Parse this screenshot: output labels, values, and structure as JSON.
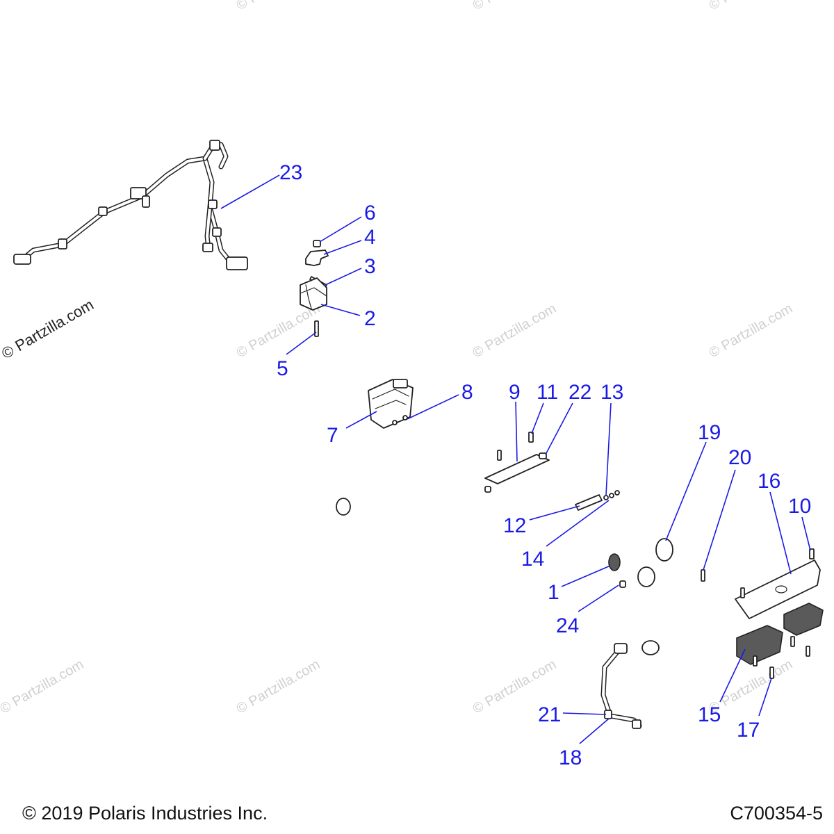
{
  "diagram": {
    "watermark_text": "© Partzilla.com",
    "watermark_primary_text": "© Partzilla.com",
    "callout_color": "#1a1ae6",
    "callouts": [
      {
        "id": "c23",
        "label": "23"
      },
      {
        "id": "c6",
        "label": "6"
      },
      {
        "id": "c4",
        "label": "4"
      },
      {
        "id": "c3",
        "label": "3"
      },
      {
        "id": "c2",
        "label": "2"
      },
      {
        "id": "c5",
        "label": "5"
      },
      {
        "id": "c8",
        "label": "8"
      },
      {
        "id": "c7",
        "label": "7"
      },
      {
        "id": "c9",
        "label": "9"
      },
      {
        "id": "c11",
        "label": "11"
      },
      {
        "id": "c22",
        "label": "22"
      },
      {
        "id": "c13",
        "label": "13"
      },
      {
        "id": "c19",
        "label": "19"
      },
      {
        "id": "c20",
        "label": "20"
      },
      {
        "id": "c16",
        "label": "16"
      },
      {
        "id": "c10",
        "label": "10"
      },
      {
        "id": "c12",
        "label": "12"
      },
      {
        "id": "c14",
        "label": "14"
      },
      {
        "id": "c1",
        "label": "1"
      },
      {
        "id": "c24",
        "label": "24"
      },
      {
        "id": "c21",
        "label": "21"
      },
      {
        "id": "c18",
        "label": "18"
      },
      {
        "id": "c15",
        "label": "15"
      },
      {
        "id": "c17",
        "label": "17"
      }
    ]
  },
  "footer": {
    "copyright": "© 2019 Polaris Industries Inc.",
    "diagram_code": "C700354-5"
  }
}
